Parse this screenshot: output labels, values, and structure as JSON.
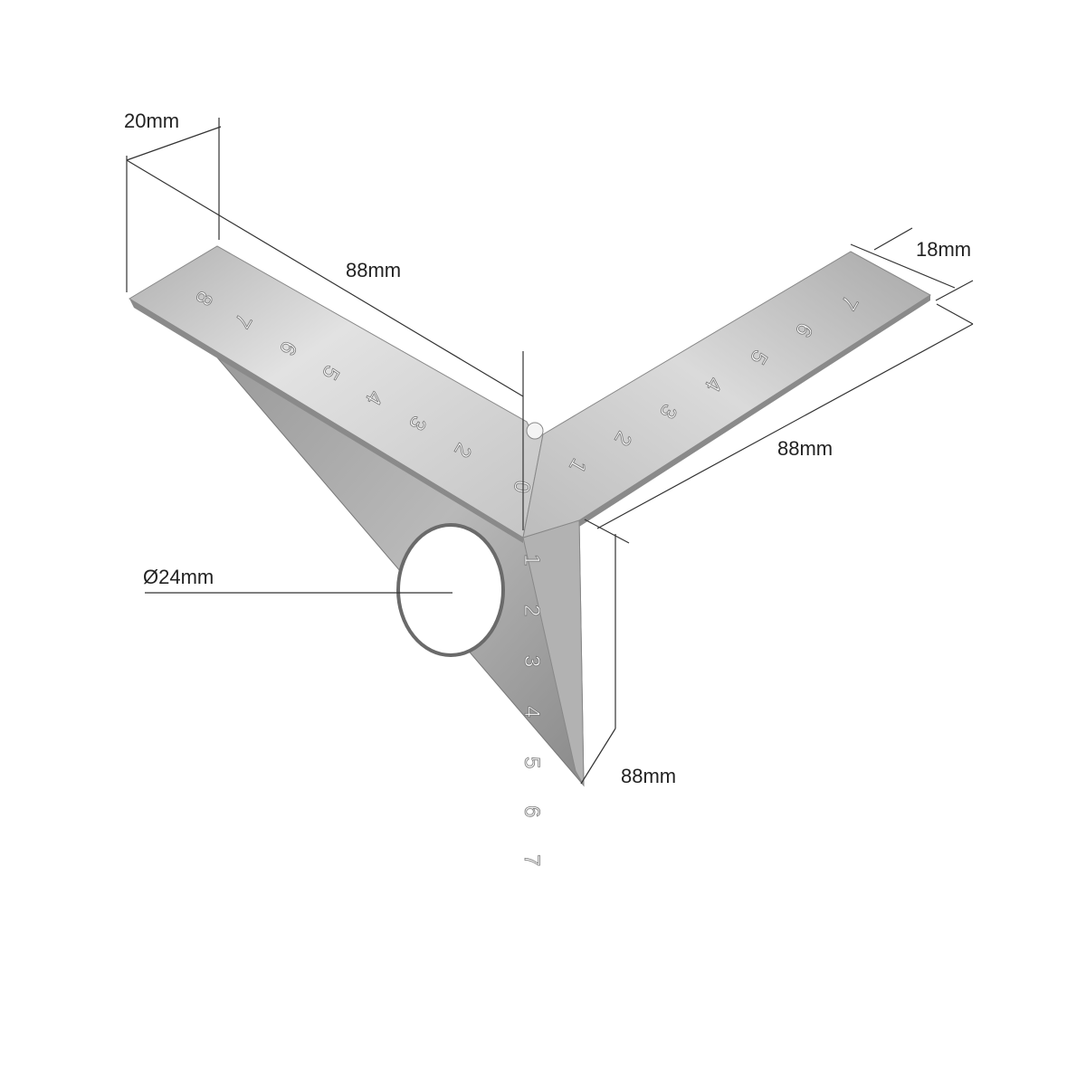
{
  "dimensions": {
    "arm_width_left": "20mm",
    "arm_length_left": "88mm",
    "arm_width_right": "18mm",
    "arm_length_right": "88mm",
    "blade_height": "88mm",
    "hole_diameter": "Ø24mm"
  },
  "scales": {
    "left_arm": [
      "8",
      "7",
      "6",
      "5",
      "4",
      "3",
      "2",
      "0"
    ],
    "right_arm": [
      "1",
      "2",
      "3",
      "4",
      "5",
      "6",
      "7"
    ],
    "blade": [
      "1",
      "2",
      "3",
      "4",
      "5",
      "6",
      "7"
    ]
  },
  "colors": {
    "steel_light": "#d8d8d8",
    "steel_mid": "#a9a9a9",
    "steel_dark": "#7c7c7c"
  }
}
